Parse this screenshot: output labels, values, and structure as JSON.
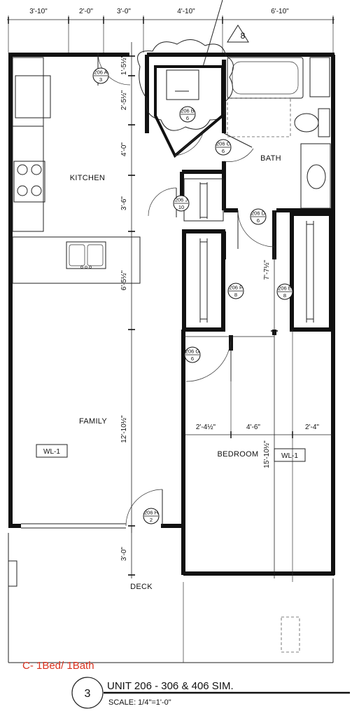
{
  "top_dimensions": [
    {
      "label": "3'-10\""
    },
    {
      "label": "2'-0\""
    },
    {
      "label": "3'-0\""
    },
    {
      "label": "4'-10\""
    },
    {
      "label": "6'-10\""
    }
  ],
  "vertical_dimensions": [
    {
      "label": "1'-5½\""
    },
    {
      "label": "2'-5½\""
    },
    {
      "label": "4'-0\""
    },
    {
      "label": "3'-6\""
    },
    {
      "label": "6'-5½\""
    },
    {
      "label": "12'-10½\""
    },
    {
      "label": "3'-0\""
    },
    {
      "label": "7'-7½\""
    },
    {
      "label": "15'-10½\""
    }
  ],
  "bedroom_dimensions": [
    {
      "label": "2'-4½\""
    },
    {
      "label": "4'-6\""
    },
    {
      "label": "2'-4\""
    }
  ],
  "rooms": {
    "kitchen": "KITCHEN",
    "bath": "BATH",
    "family": "FAMILY",
    "bedroom": "BEDROOM",
    "deck": "DECK"
  },
  "door_tags": [
    {
      "num": "206 A",
      "sub": "3"
    },
    {
      "num": "206 B",
      "sub": "6"
    },
    {
      "num": "206 C",
      "sub": "6"
    },
    {
      "num": "206 J",
      "sub": "10"
    },
    {
      "num": "206 D",
      "sub": "6"
    },
    {
      "num": "206 F",
      "sub": "8"
    },
    {
      "num": "206 E",
      "sub": "8"
    },
    {
      "num": "206 G",
      "sub": "6"
    },
    {
      "num": "206 H",
      "sub": "2"
    }
  ],
  "wall_labels": {
    "family": "WL-1",
    "bedroom": "WL-1"
  },
  "triangle_marker": "8",
  "unit_type": "C- 1Bed/ 1Bath",
  "title_block": {
    "number": "3",
    "title": "UNIT 206 - 306 & 406 SIM.",
    "scale": "SCALE: 1/4\"=1'-0\""
  },
  "colors": {
    "unit_type": "#d9321f",
    "ink": "#111111"
  }
}
